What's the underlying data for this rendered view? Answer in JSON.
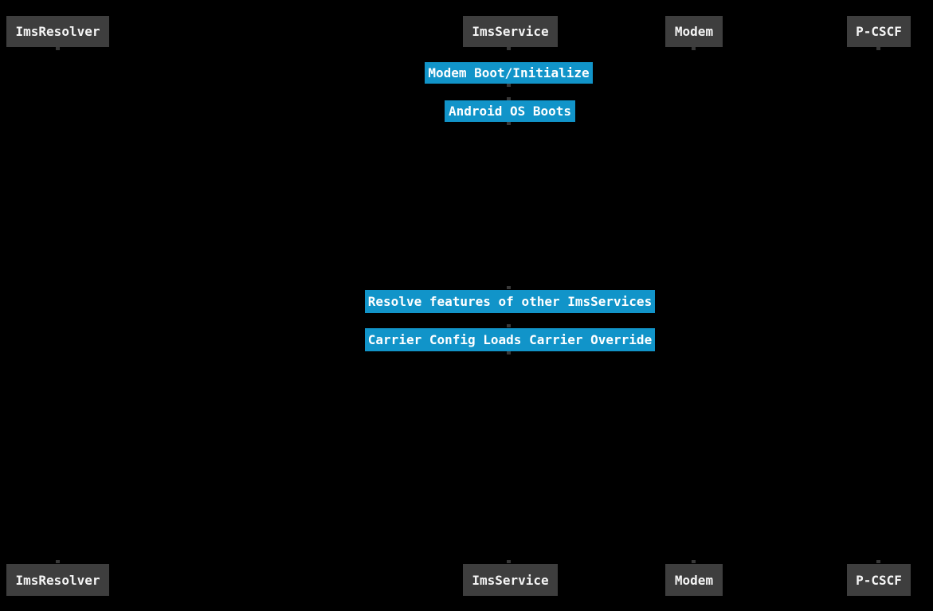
{
  "diagram_type": "sequence-diagram",
  "colors": {
    "background": "#000000",
    "participant_fill": "#3e3e3e",
    "participant_text": "#f5f5f5",
    "note_fill": "#1194c9",
    "note_text": "#ffffff",
    "tick": "#383838"
  },
  "participants": {
    "top": [
      {
        "label": "ImsResolver"
      },
      {
        "label": "ImsService"
      },
      {
        "label": "Modem"
      },
      {
        "label": "P-CSCF"
      }
    ],
    "bottom": [
      {
        "label": "ImsResolver"
      },
      {
        "label": "ImsService"
      },
      {
        "label": "Modem"
      },
      {
        "label": "P-CSCF"
      }
    ]
  },
  "notes": [
    {
      "label": "Modem Boot/Initialize"
    },
    {
      "label": "Android OS Boots"
    },
    {
      "label": "Resolve features of other ImsServices"
    },
    {
      "label": "Carrier Config Loads Carrier Override"
    }
  ]
}
